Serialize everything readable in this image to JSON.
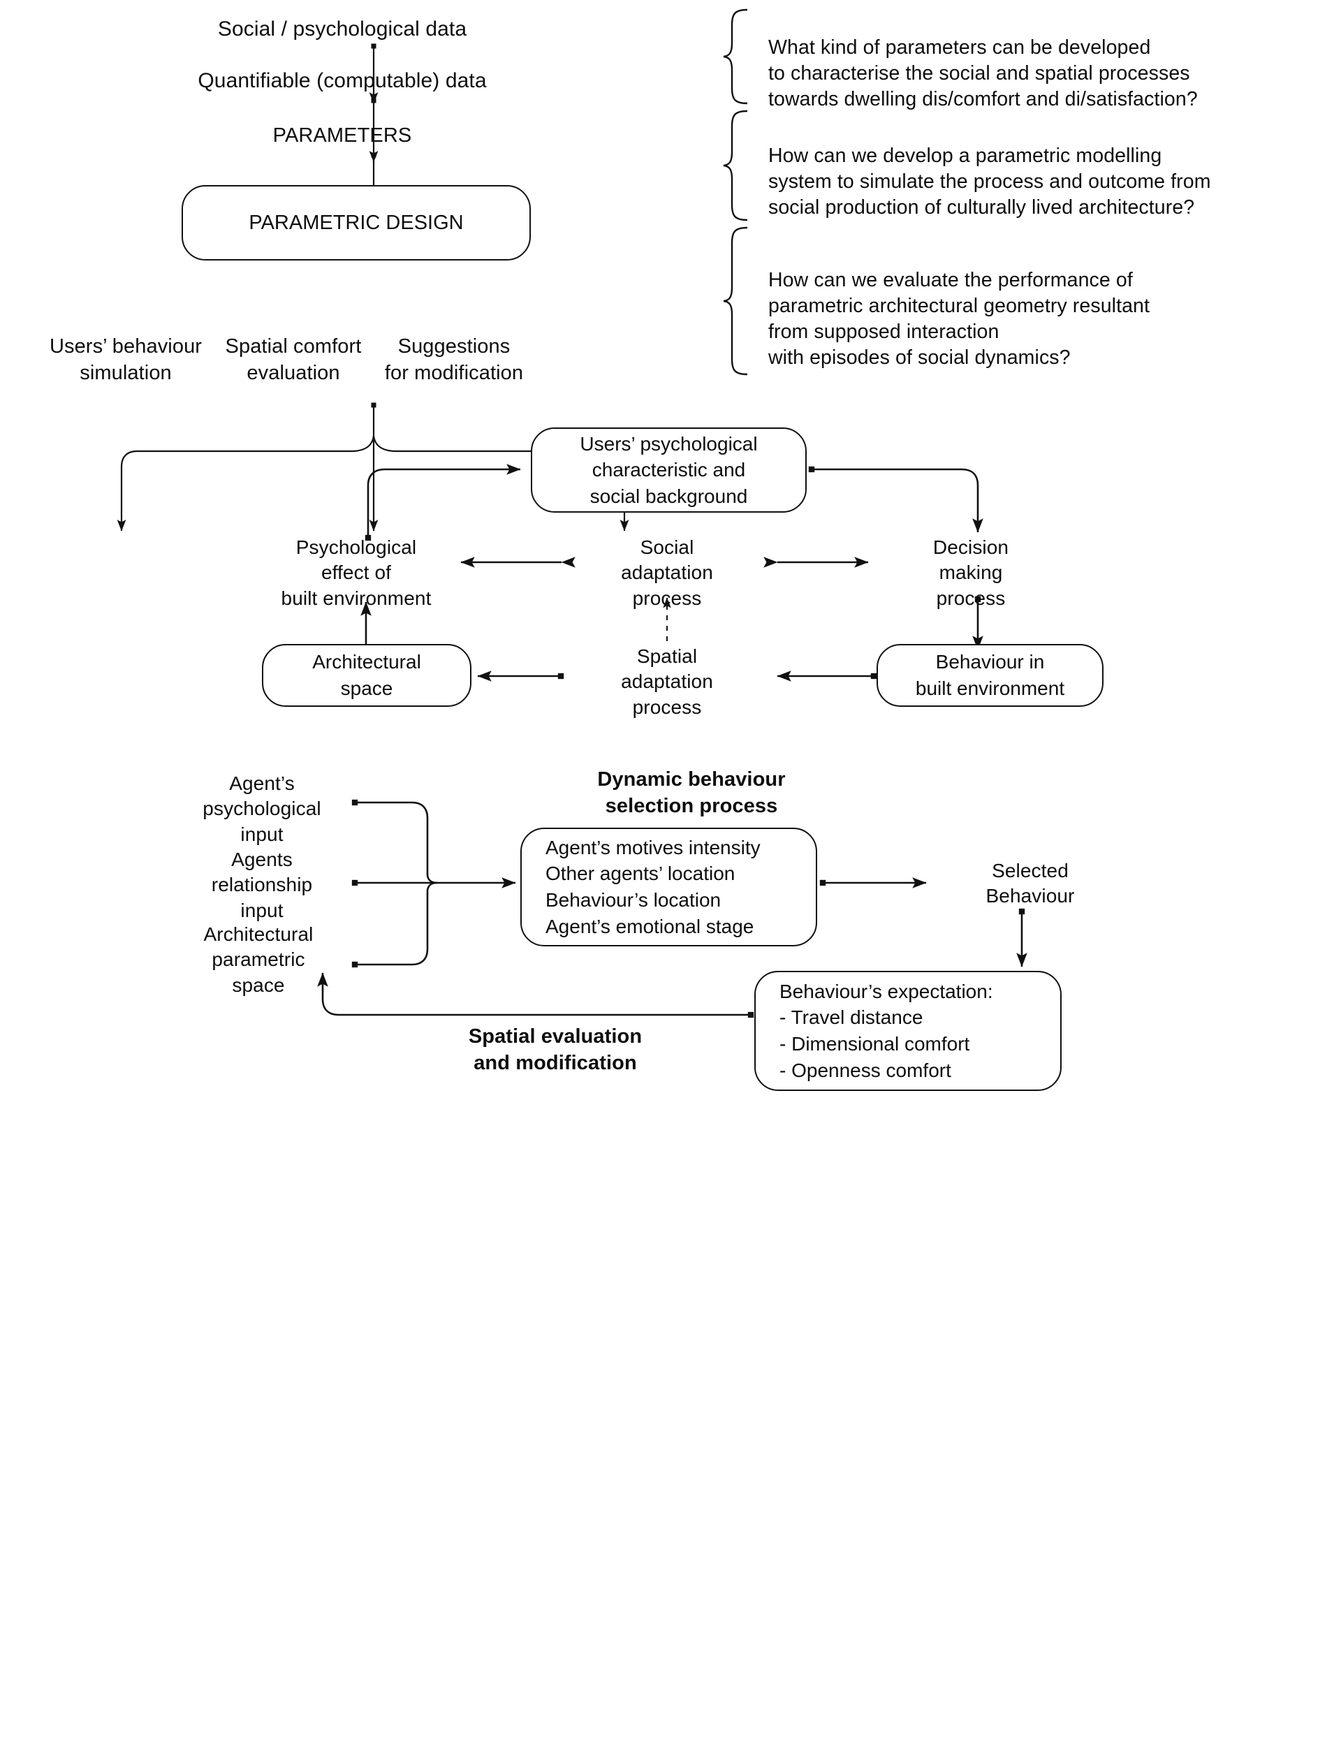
{
  "figure": {
    "title": "Research framework diagrams",
    "stroke_color": "#111111",
    "background_color": "#ffffff"
  },
  "diagram1": {
    "name": "Parametric design research questions flow",
    "nodes": {
      "social_data": "Social / psychological data",
      "quantifiable_data": "Quantifiable (computable) data",
      "parameters": "PARAMETERS",
      "parametric_design": "PARAMETRIC DESIGN"
    },
    "outputs": [
      "Users’ behaviour\nsimulation",
      "Spatial comfort\nevaluation",
      "Suggestions\nfor  modification"
    ],
    "questions": [
      "What kind of parameters can be developed\nto characterise the social and spatial processes\ntowards dwelling dis/comfort and di/satisfaction?",
      "How can we develop a parametric modelling\nsystem to simulate the process and outcome from\nsocial production of culturally lived architecture?",
      "How can we evaluate the performance of\nparametric architectural geometry resultant\nfrom supposed interaction\nwith episodes of social dynamics?"
    ]
  },
  "diagram2": {
    "name": "Social and spatial adaptation cycle",
    "nodes": {
      "users_psychological": "Users’ psychological\ncharacteristic and\nsocial background",
      "psychological_effect": "Psychological\neffect of\nbuilt environment",
      "social_adaptation": "Social\nadaptation\nprocess",
      "decision_making": "Decision\nmaking\nprocess",
      "architectural_space": "Architectural\nspace",
      "spatial_adaptation": "Spatial\nadaptation\nprocess",
      "behaviour_built_env": "Behaviour in\nbuilt environment"
    }
  },
  "diagram3": {
    "name": "Dynamic behaviour selection process",
    "title": "Dynamic behaviour\nselection process",
    "inputs": [
      "Agent’s\npsychological\ninput",
      "Agents\nrelationship\ninput",
      "Architectural\nparametric\nspace"
    ],
    "core_box": "Agent’s motives intensity\nOther agents’ location\nBehaviour’s location\nAgent’s emotional stage",
    "selected_behaviour": "Selected\nBehaviour",
    "expectation_box": "Behaviour’s expectation:\n- Travel distance\n- Dimensional comfort\n- Openness comfort",
    "feedback_label": "Spatial evaluation\nand modification"
  }
}
